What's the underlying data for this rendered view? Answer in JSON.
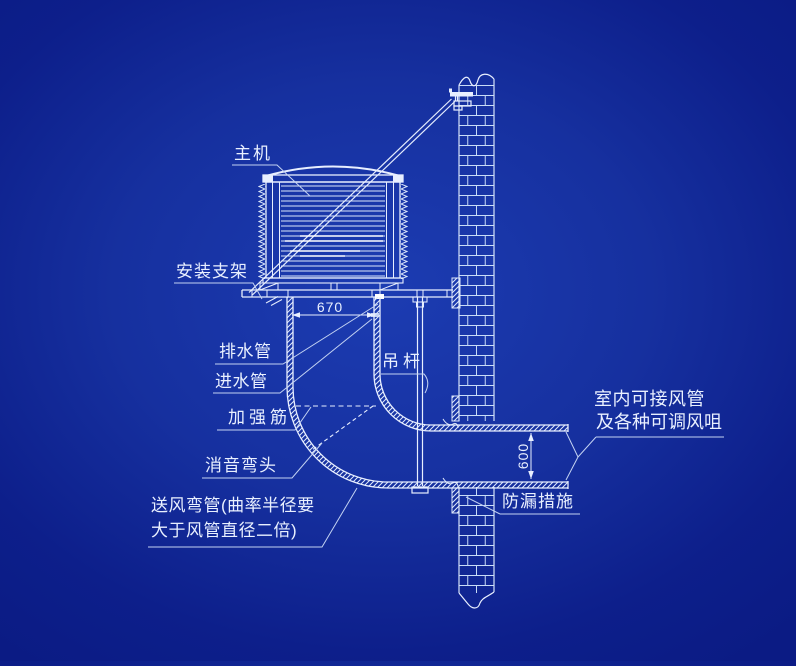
{
  "colors": {
    "background_center": "#1c3cb2",
    "background_edge": "#0b1b84",
    "line": "#e8efff",
    "brick": "#c9dcf7",
    "leader": "#c3d2f2",
    "text": "#e9f0ff"
  },
  "labels": {
    "main_unit": "主机",
    "mounting_bracket": "安装支架",
    "drain_pipe": "排水管",
    "water_inlet_pipe": "进水管",
    "reinforcing_rib": "加强筋",
    "silencer_elbow": "消音弯头",
    "supply_bend_line1": "送风弯管(曲率半径要",
    "supply_bend_line2": "大于风管直径二倍)",
    "hanger_rod": "吊杆",
    "indoor_duct_line1": "室内可接风管",
    "indoor_duct_line2": "及各种可调风咀",
    "leak_prevention": "防漏措施"
  },
  "dimensions": {
    "duct_width": "670",
    "duct_height": "600"
  }
}
